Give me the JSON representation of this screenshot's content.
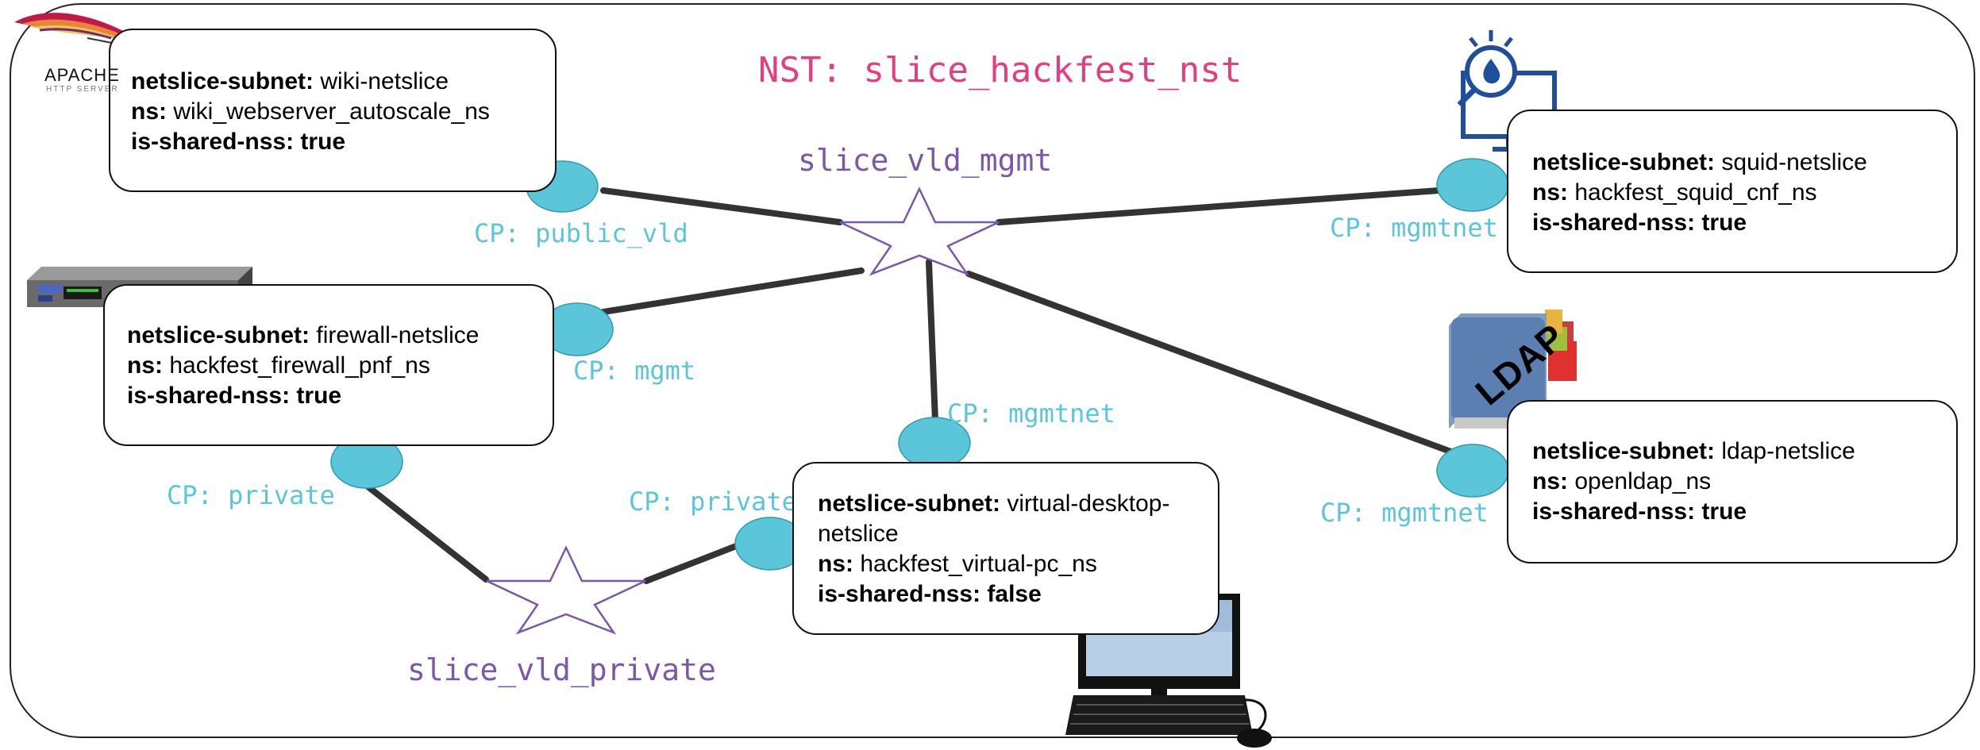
{
  "title": "NST: slice_hackfest_nst",
  "vlds": {
    "mgmt": "slice_vld_mgmt",
    "private": "slice_vld_private"
  },
  "cps": {
    "wiki": "CP: public_vld",
    "firewall_mgmt": "CP: mgmt",
    "firewall_private": "CP: private",
    "vdesk_private": "CP: private",
    "vdesk_mgmt": "CP: mgmtnet",
    "squid": "CP: mgmtnet",
    "ldap": "CP: mgmtnet"
  },
  "labels": {
    "subnet": "netslice-subnet:",
    "ns": "ns:",
    "shared": "is-shared-nss:"
  },
  "slices": {
    "wiki": {
      "subnet": "wiki-netslice",
      "ns": "wiki_webserver_autoscale_ns",
      "shared": "true"
    },
    "firewall": {
      "subnet": "firewall-netslice",
      "ns": "hackfest_firewall_pnf_ns",
      "shared": "true"
    },
    "vdesk": {
      "subnet_line1": "virtual-desktop-",
      "subnet_line2": "netslice",
      "ns": "hackfest_virtual-pc_ns",
      "shared": "false"
    },
    "squid": {
      "subnet": "squid-netslice",
      "ns": "hackfest_squid_cnf_ns",
      "shared": "true"
    },
    "ldap": {
      "subnet": "ldap-netslice",
      "ns": "openldap_ns",
      "shared": "true"
    }
  },
  "logos": {
    "apache_line1": "APACHE",
    "apache_line2": "HTTP SERVER",
    "ldap": "LDAP"
  },
  "colors": {
    "title": "#E33E7F",
    "vld": "#7B57A8",
    "cp_text": "#5BC5D9",
    "cp_fill": "#5BC5D9",
    "line": "#333333"
  }
}
